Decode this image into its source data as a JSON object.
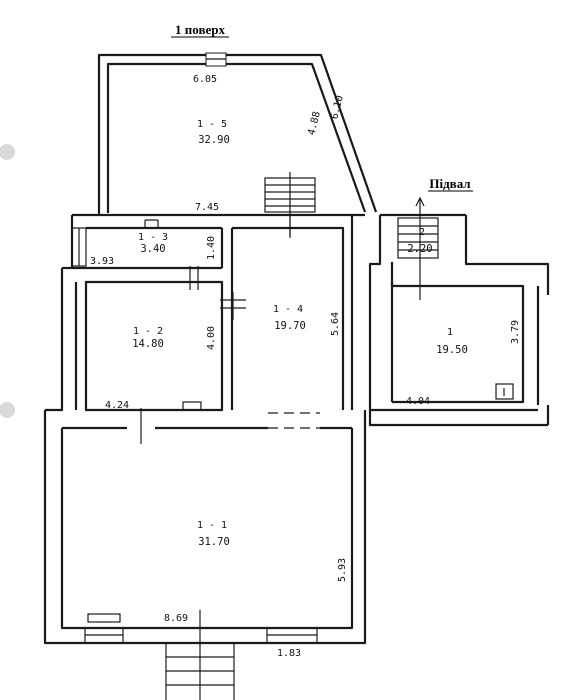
{
  "titles": {
    "floor1": "1 поверх",
    "basement": "Підвал"
  },
  "rooms": {
    "r5": {
      "label": "1 - 5",
      "area": "32.90"
    },
    "r3": {
      "label": "1 - 3",
      "area": "3.40"
    },
    "r2": {
      "label": "1 - 2",
      "area": "14.80"
    },
    "r4": {
      "label": "1 - 4",
      "area": "19.70"
    },
    "r1": {
      "label": "1 - 1",
      "area": "31.70"
    },
    "b1": {
      "label": "1",
      "area": "19.50"
    },
    "b2": {
      "label": "2",
      "area": "2.20"
    }
  },
  "dimensions": {
    "r5_top": "6.05",
    "r5_right_a": "4.88",
    "r5_right_b": "6.10",
    "r5_bottom": "7.45",
    "r3_left": "3.93",
    "r3_right": "1.40",
    "r2_right": "4.00",
    "r2_bottom": "4.24",
    "r4_right": "5.64",
    "r1_right": "5.93",
    "r1_bottom": "8.69",
    "r1_door": "1.83",
    "b1_right": "3.79",
    "b1_bottom": "4.04"
  }
}
